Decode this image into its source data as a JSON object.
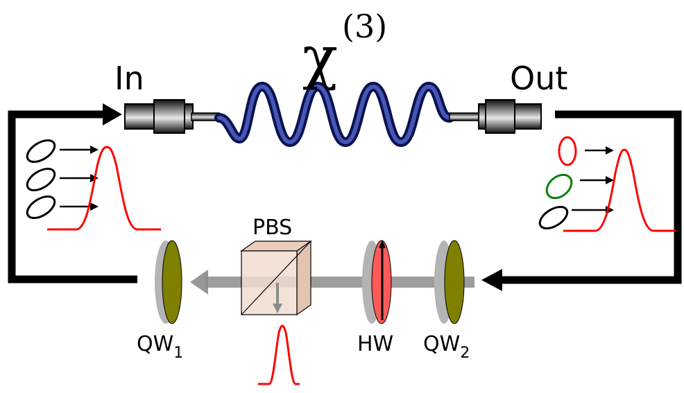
{
  "labels": {
    "in": "In",
    "out": "Out",
    "chi_symbol": "χ",
    "chi_order": "(3)",
    "pbs": "PBS",
    "hw": "HW",
    "qw1_base": "QW",
    "qw1_sub": "1",
    "qw2_base": "QW",
    "qw2_sub": "2"
  },
  "colors": {
    "loop": "#000000",
    "fiber": "#1c2a7a",
    "pulse": "#ff0000",
    "waveplate_qw": "#7f7f00",
    "waveplate_hw": "#ff5a5a",
    "waveplate_edge": "#9a9a9a",
    "beam": "#8c8c8c",
    "pbs_fill": "#f1ddd0",
    "input_ellipses": [
      "#000000",
      "#000000",
      "#000000"
    ],
    "output_ellipses": [
      "#ff0000",
      "#008000",
      "#000000"
    ]
  }
}
